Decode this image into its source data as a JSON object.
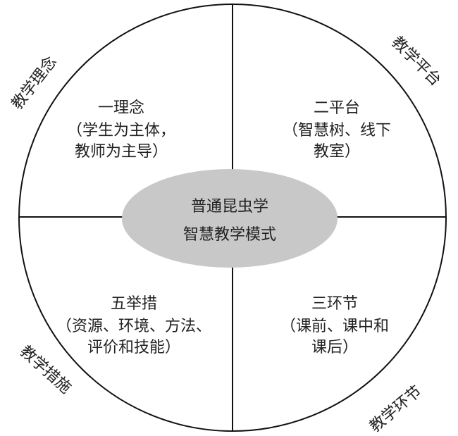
{
  "center": {
    "line1": "普通昆虫学",
    "line2": "智慧教学模式"
  },
  "quadrants": {
    "top_left": {
      "title": "一理念",
      "line1": "（学生为主体，",
      "line2": "教师为主导）",
      "arc_label": "教学理念"
    },
    "top_right": {
      "title": "二平台",
      "line1": "（智慧树、线下",
      "line2": "教室）",
      "arc_label": "教学平台"
    },
    "bottom_left": {
      "title": "五举措",
      "line1": "（资源、环境、方法、",
      "line2": "评价和技能）",
      "arc_label": "教学措施"
    },
    "bottom_right": {
      "title": "三环节",
      "line1": "（课前、课中和",
      "line2": "课后）",
      "arc_label": "教学环节"
    }
  },
  "colors": {
    "ellipse_fill": "#c8c8c8",
    "stroke": "#111111"
  }
}
